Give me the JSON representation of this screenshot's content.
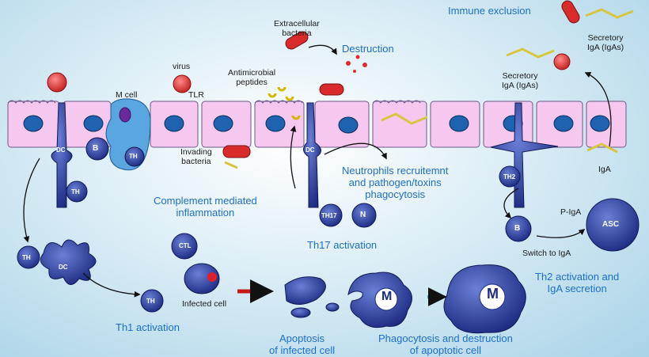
{
  "labels": {
    "immune_exclusion": "Immune exclusion",
    "secretory_iga_top_1": "Secretory",
    "secretory_iga_top_2": "IgA (IgAs)",
    "secretory_iga_mid_1": "Secretory",
    "secretory_iga_mid_2": "IgA (IgAs)",
    "extracellular_1": "Extracellular",
    "extracellular_2": "bacteria",
    "destruction": "Destruction",
    "antimicrobial_1": "Antimicrobial",
    "antimicrobial_2": "peptides",
    "virus": "virus",
    "m_cell": "M cell",
    "tlr": "TLR",
    "invading_1": "Invading",
    "invading_2": "bacteria",
    "complement_1": "Complement mediated",
    "complement_2": "inflammation",
    "neutrophils_1": "Neutrophils recruitemnt",
    "neutrophils_2": "and pathogen/toxins",
    "neutrophils_3": "phagocytosis",
    "th17_activation": "Th17 activation",
    "th1_activation": "Th1 activation",
    "infected_cell": "Infected cell",
    "apoptosis_1": "Apoptosis",
    "apoptosis_2": "of infected cell",
    "phago_1": "Phagocytosis and destruction",
    "phago_2": "of apoptotic cell",
    "th2_activation_1": "Th2 activation and",
    "th2_activation_2": "IgA secretion",
    "p_iga": "P-IgA",
    "switch_to_iga": "Switch to IgA",
    "iga": "IgA"
  },
  "cell_labels": {
    "dc": "DC",
    "th": "TH",
    "b": "B",
    "th17": "TH17",
    "n": "N",
    "ctl": "CTL",
    "m": "M",
    "th2": "TH2",
    "asc": "ASC"
  },
  "colors": {
    "accent_text": "#1e6fc8",
    "epithelium": "#f6c8ef",
    "nucleus": "#1e63b0",
    "immune_cell": "#2b3f9e",
    "bacteria": "#d92b2b",
    "antibody": "#e2d53b"
  }
}
